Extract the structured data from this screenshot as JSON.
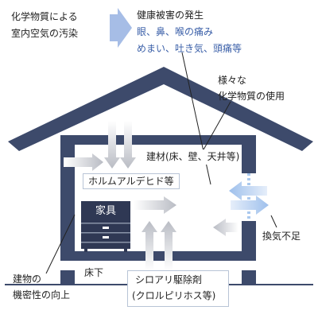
{
  "top_left": {
    "line1": "化学物質による",
    "line2": "室内空気の汚染"
  },
  "top_right": {
    "heading": "健康被害の発生",
    "symptom1": "眼、鼻、喉の痛み",
    "symptom2": "めまい、吐き気、頭痛等"
  },
  "labels": {
    "chemicals_line1": "様々な",
    "chemicals_line2": "化学物質の使用",
    "building_materials": "建材(床、壁、天井等)",
    "formaldehyde": "ホルムアルデヒド等",
    "furniture": "家具",
    "ventilation": "換気不足",
    "airtight_line1": "建物の",
    "airtight_line2": "機密性の向上",
    "underfloor": "床下",
    "termite_line1": "シロアリ駆除剤",
    "termite_line2": "(クロルピリホス等)"
  },
  "colors": {
    "wall": "#3d4a6b",
    "blue_text": "#3a5fa8",
    "arrow": "#c9ccd3",
    "vent_arrow": "#a9c8ee"
  }
}
